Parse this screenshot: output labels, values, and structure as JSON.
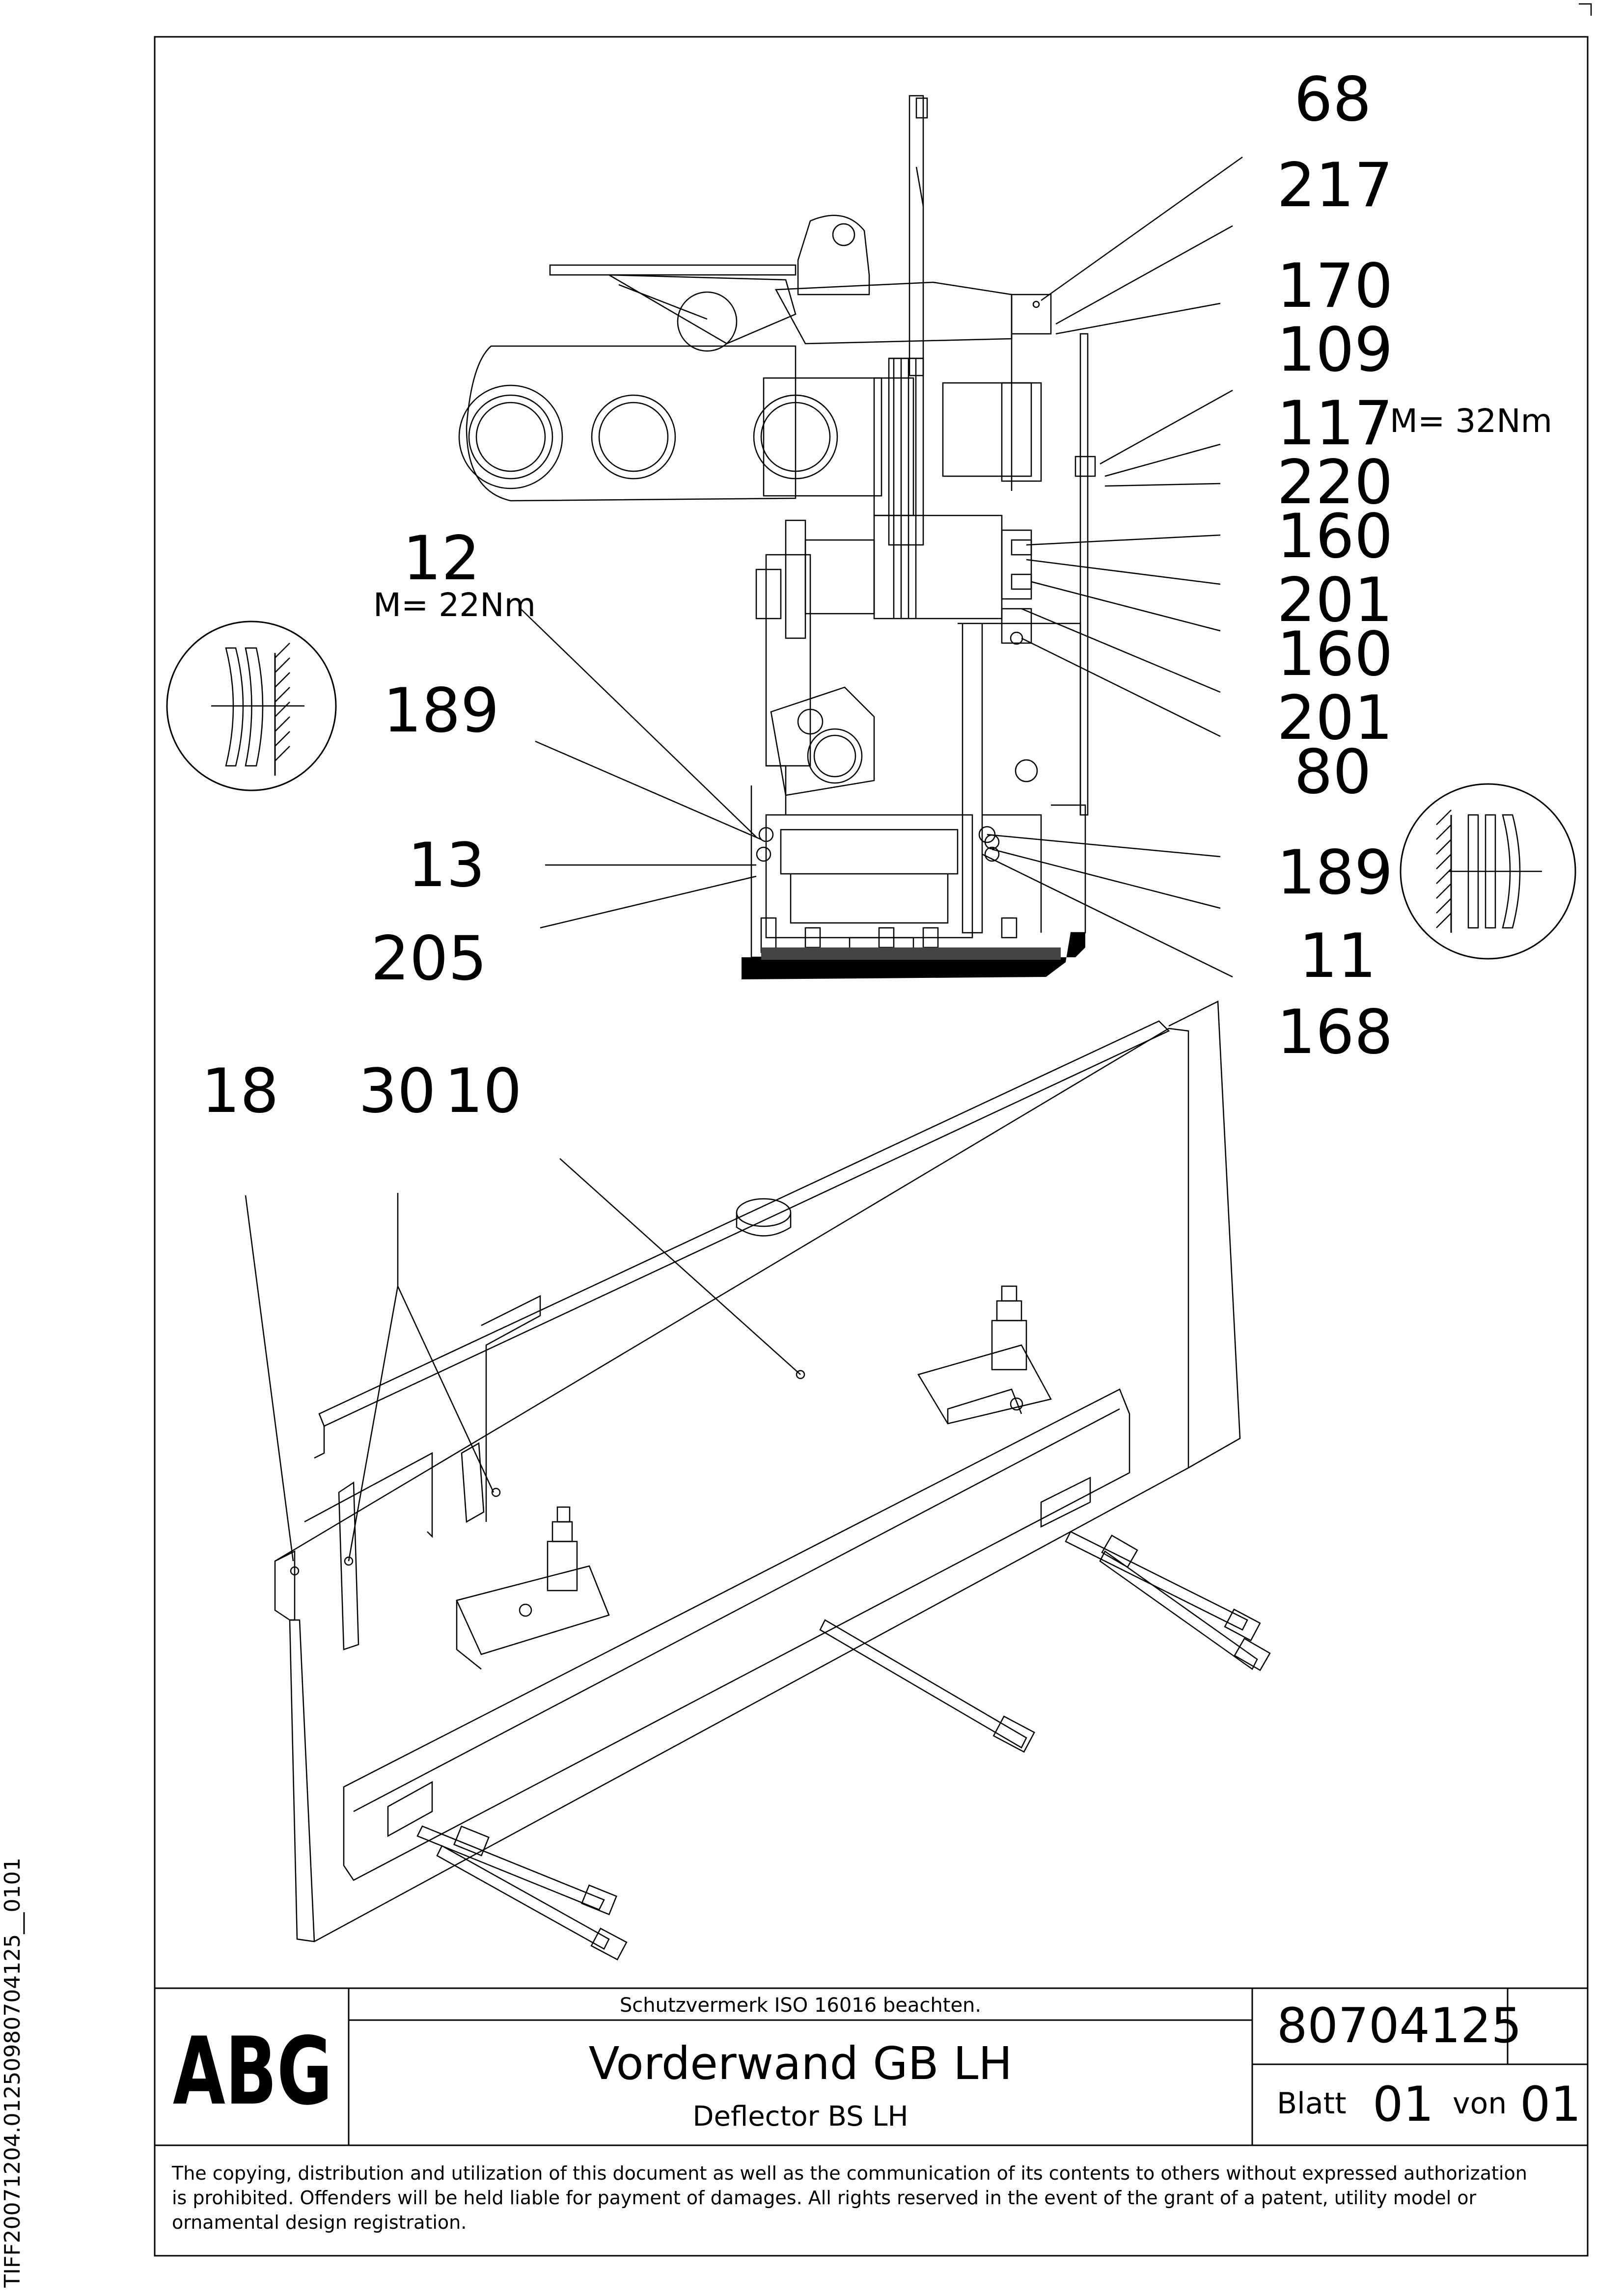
{
  "side_code": "TIFF20071204.01250980704125__0101",
  "callouts": {
    "c68": "68",
    "c217": "217",
    "c170": "170",
    "c109": "109",
    "c117": "117",
    "c117_torque": "M= 32Nm",
    "c220": "220",
    "c160a": "160",
    "c201a": "201",
    "c160b": "160",
    "c201b": "201",
    "c80": "80",
    "c189r": "189",
    "c11": "11",
    "c168": "168",
    "c12": "12",
    "c12_torque": "M= 22Nm",
    "c189l": "189",
    "c13": "13",
    "c205": "205",
    "c18": "18",
    "c30": "30",
    "c10": "10"
  },
  "title_block": {
    "logo": "ABG",
    "protection_note": "Schutzvermerk ISO 16016 beachten.",
    "title_de": "Vorderwand GB LH",
    "title_en": "Deflector BS LH",
    "drawing_no": "80704125",
    "sheet_label": "Blatt",
    "sheet_no": "01",
    "of_label": "von",
    "sheet_total": "01"
  },
  "copyright": [
    "The copying, distribution and utilization of this document as well as the communication of its contents to others without expressed authorization",
    "is prohibited. Offenders will be held liable for payment of damages. All rights reserved in the event of the grant of a patent, utility model or",
    "ornamental design registration."
  ]
}
